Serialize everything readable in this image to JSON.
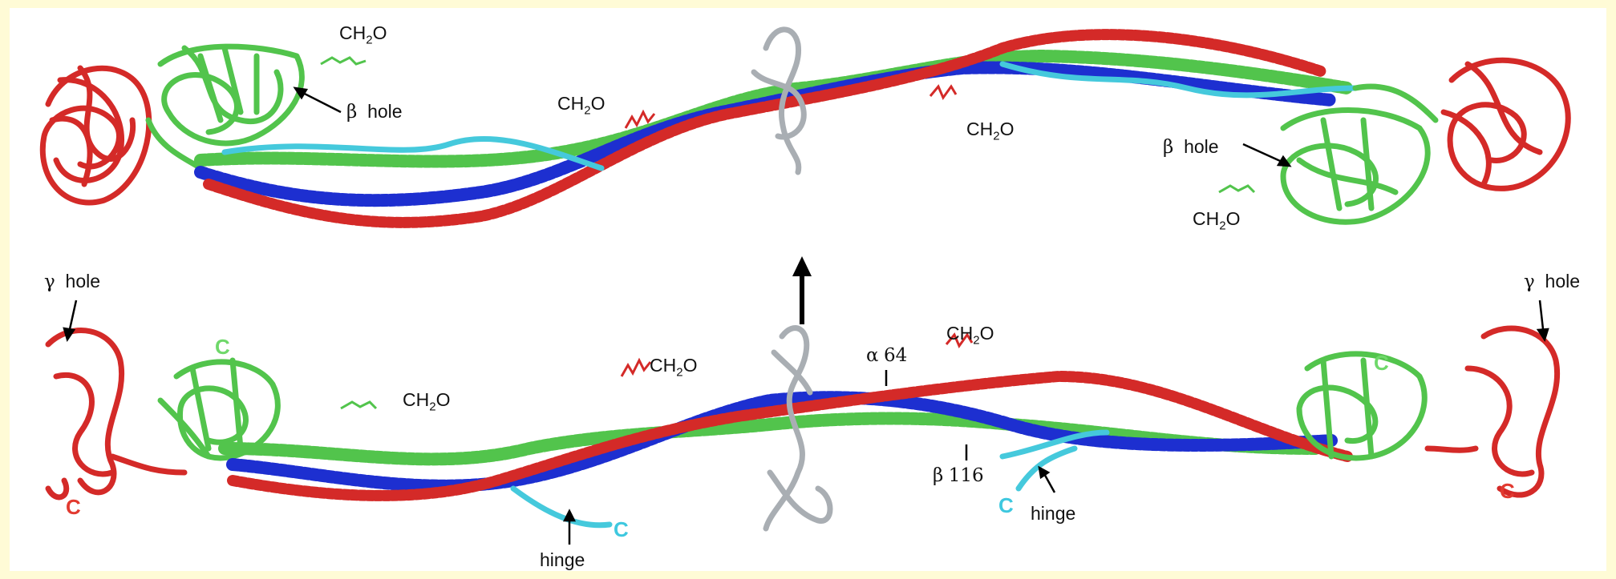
{
  "colors": {
    "chain_alpha": "#d42a28",
    "chain_beta": "#1d2fd0",
    "chain_gamma": "#52c44c",
    "connector": "#45c9dc",
    "central_knot": "#a9aeb3",
    "terminus_red": "#e23a30",
    "terminus_green": "#6fd86a",
    "terminus_cyan": "#3ec8df",
    "background_frame": "#fffbd6"
  },
  "labels": {
    "top_ch2o_upper": "CH",
    "top_ch2o_mid_left": "CH",
    "top_ch2o_mid_right": "CH",
    "top_ch2o_lower_right": "CH",
    "bottom_ch2o_left": "CH",
    "bottom_ch2o_center": "CH",
    "bottom_ch2o_right": "CH",
    "subscript": "2",
    "o": "O",
    "beta_symbol": "β",
    "gamma_symbol": "γ",
    "alpha_symbol": "α",
    "hole": "hole",
    "hinge": "hinge",
    "residue_alpha": "64",
    "residue_beta": "116",
    "c_terminus": "C"
  }
}
